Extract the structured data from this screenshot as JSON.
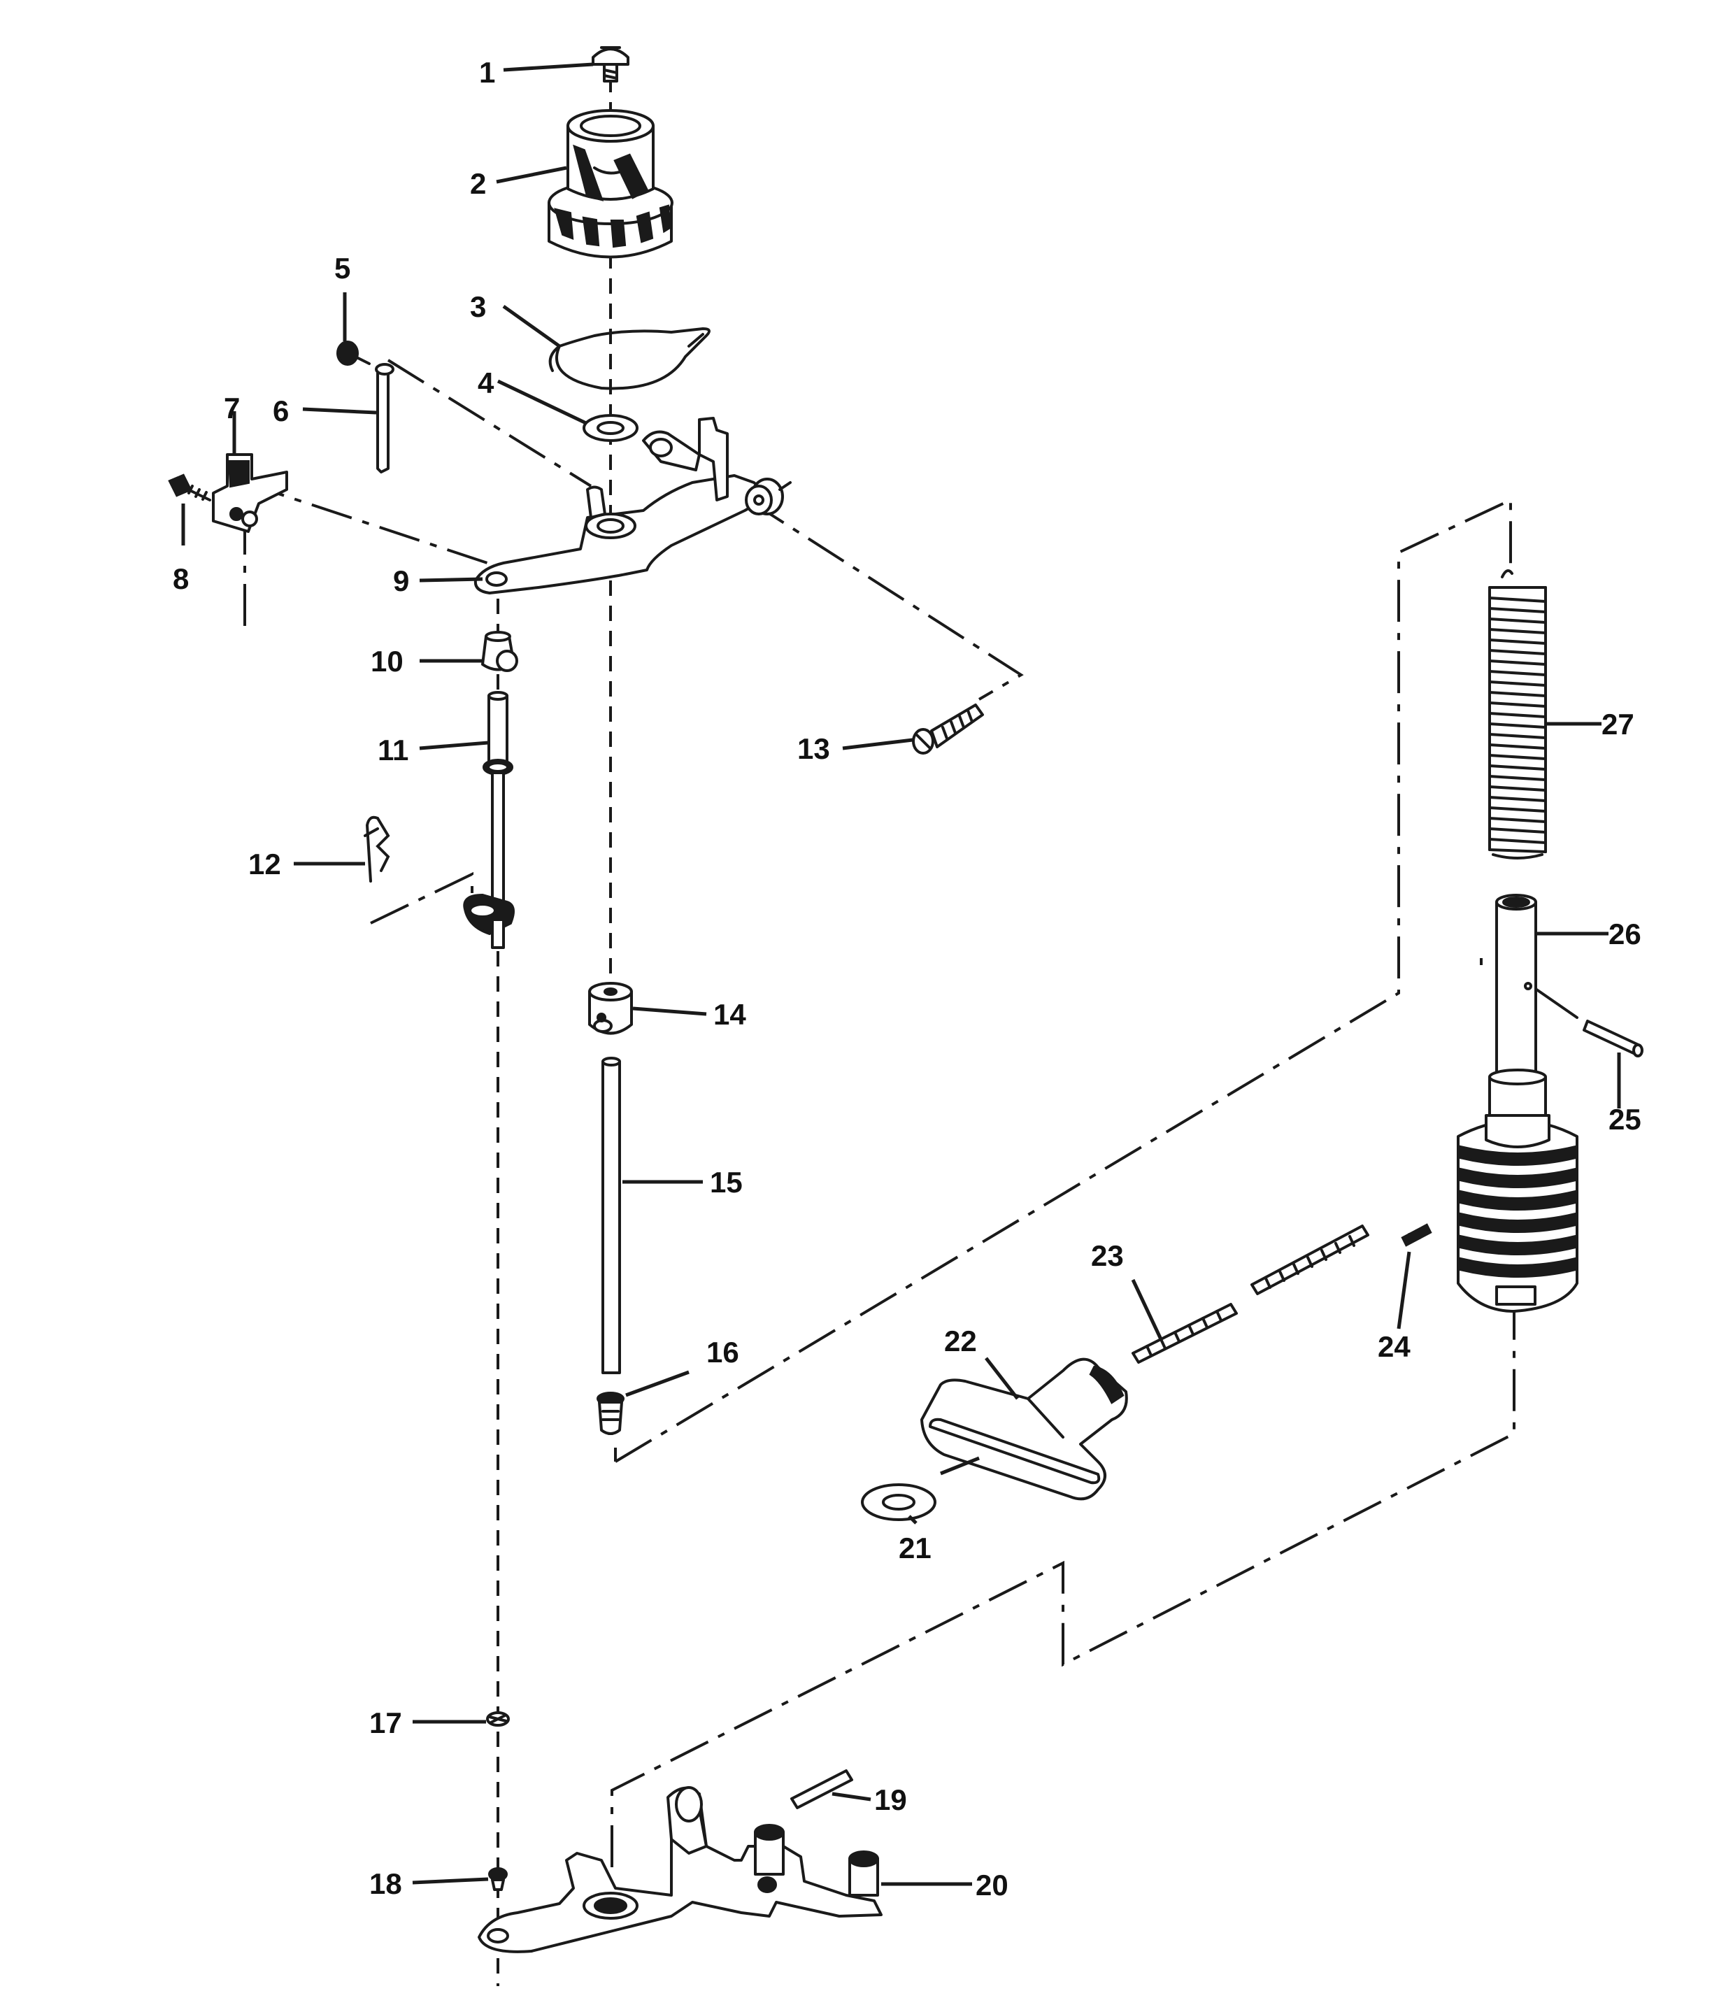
{
  "callouts": [
    {
      "id": "c1",
      "text": "1"
    },
    {
      "id": "c2",
      "text": "2"
    },
    {
      "id": "c3",
      "text": "3"
    },
    {
      "id": "c4",
      "text": "4"
    },
    {
      "id": "c5",
      "text": "5"
    },
    {
      "id": "c6",
      "text": "6"
    },
    {
      "id": "c7",
      "text": "7"
    },
    {
      "id": "c8",
      "text": "8"
    },
    {
      "id": "c9",
      "text": "9"
    },
    {
      "id": "c10",
      "text": "10"
    },
    {
      "id": "c11",
      "text": "11"
    },
    {
      "id": "c12",
      "text": "12"
    },
    {
      "id": "c13",
      "text": "13"
    },
    {
      "id": "c14",
      "text": "14"
    },
    {
      "id": "c15",
      "text": "15"
    },
    {
      "id": "c16",
      "text": "16"
    },
    {
      "id": "c17",
      "text": "17"
    },
    {
      "id": "c18",
      "text": "18"
    },
    {
      "id": "c19",
      "text": "19"
    },
    {
      "id": "c20",
      "text": "20"
    },
    {
      "id": "c21",
      "text": "21"
    },
    {
      "id": "c22",
      "text": "22"
    },
    {
      "id": "c23",
      "text": "23"
    },
    {
      "id": "c24",
      "text": "24"
    },
    {
      "id": "c25",
      "text": "25"
    },
    {
      "id": "c26",
      "text": "26"
    },
    {
      "id": "c27",
      "text": "27"
    }
  ],
  "colors": {
    "line": "#1a1a1a",
    "background": "#ffffff"
  }
}
